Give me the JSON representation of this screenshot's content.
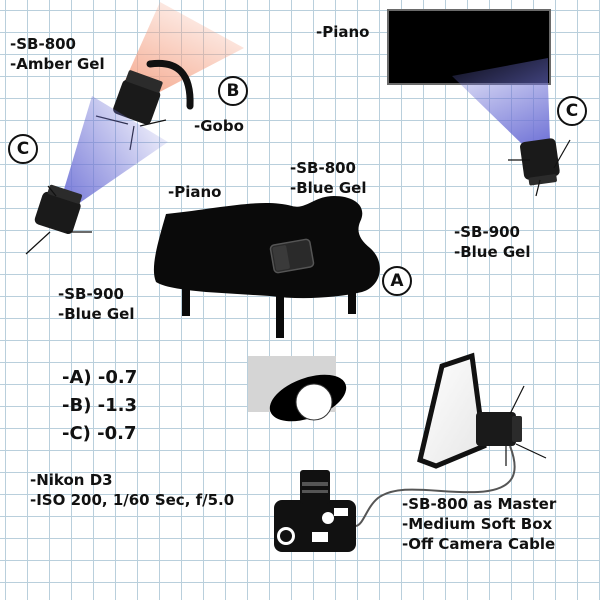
{
  "labels": {
    "top_left_flash": [
      "-SB-800",
      "-Amber Gel"
    ],
    "gobo": "-Gobo",
    "piano_top": "-Piano",
    "piano_center": "-Piano",
    "center_flash": [
      "-SB-800",
      "-Blue Gel"
    ],
    "right_flash": [
      "-SB-900",
      "-Blue Gel"
    ],
    "left_flash": [
      "-SB-900",
      "-Blue Gel"
    ],
    "power_settings": [
      "-A) -0.7",
      "-B) -1.3",
      "-C) -0.7"
    ],
    "camera": [
      "-Nikon D3",
      "-ISO 200, 1/60 Sec, f/5.0"
    ],
    "master": [
      "-SB-800 as Master",
      "-Medium Soft Box",
      "-Off Camera Cable"
    ]
  },
  "badges": {
    "b": "B",
    "c_left": "C",
    "c_right": "C",
    "a": "A"
  },
  "colors": {
    "grid": "#b9cfdc",
    "amber_gel": "#f4a184",
    "blue_gel": "#6f72d6",
    "silhouette": "#0a0a0a"
  }
}
